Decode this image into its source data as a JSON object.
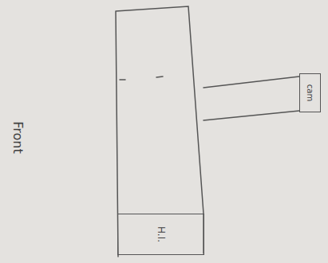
{
  "diagram": {
    "nodes": [
      {
        "text": [
          "H.I."
        ]
      },
      {
        "text": [
          "cam"
        ]
      }
    ],
    "labels": [
      "Front"
    ]
  }
}
